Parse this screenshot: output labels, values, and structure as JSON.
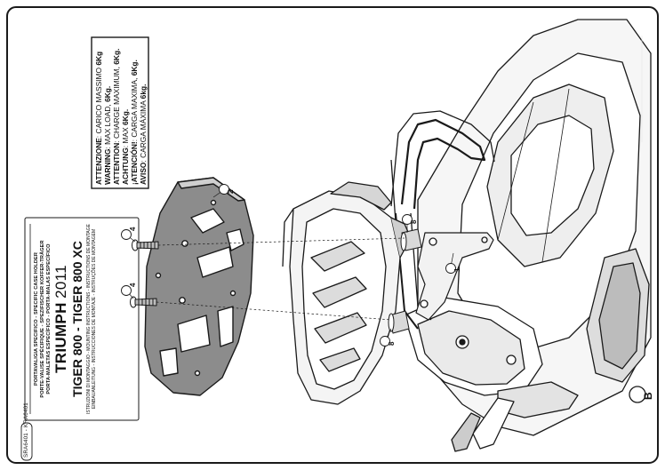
{
  "warning": {
    "lines": [
      {
        "label": "ATTENZIONE",
        "text": ": CARICO MASSIMO ",
        "value": "6Kg"
      },
      {
        "label": "WARNING",
        "text": ": MAX LOAD, ",
        "value": "6Kg."
      },
      {
        "label": "ATTENTION",
        "text": ": CHARGE MAXIMUM, ",
        "value": "6Kg."
      },
      {
        "label": "ACHTUNG",
        "text": ": MAX ",
        "value": "6Kg."
      },
      {
        "label": "¡ATENCIÓN!",
        "text": ": CARGA MAXIMA, ",
        "value": "6Kg."
      },
      {
        "label": "AVISO",
        "text": ": CARGA MÁXIMA ",
        "value": "6kg."
      }
    ]
  },
  "title_block": {
    "line1": "PORTAVALIGIA SPECIFICO - SPECIFIC CASE HOLDER",
    "line2": "PORTE-VALISE SPÉCIFIQUE - SPEZIFISCHER KOFFER-TRÄGER",
    "line3": "PORTA-MALETAS ESPECÍFICO - PORTA-MALAS ESPECÍFICO",
    "brand": "TRIUMPH",
    "year": "2011",
    "model": "TIGER 800 - TIGER 800 XC",
    "instr1": "ISTRUZIONI DI MONTAGGIO - MOUNTING INSTRUCTIONS - INSTRUCTIONS DE MONTAGE",
    "instr2": "EINBAUANLEITUNG - INSTRUCCIONES DE MONTAJE - INSTRUÇÕES DE MONTAGEM"
  },
  "code": "SRA6401 - KRA6401",
  "callouts": {
    "c1": "1",
    "c2": "2",
    "c4a": "4",
    "c4b": "4",
    "c8a": "8",
    "c8b": "8",
    "corner": "B"
  },
  "colors": {
    "line": "#1a1a1a",
    "plate": "#8c8c8c",
    "shade": "#cfcfcf",
    "light": "#efefef"
  }
}
